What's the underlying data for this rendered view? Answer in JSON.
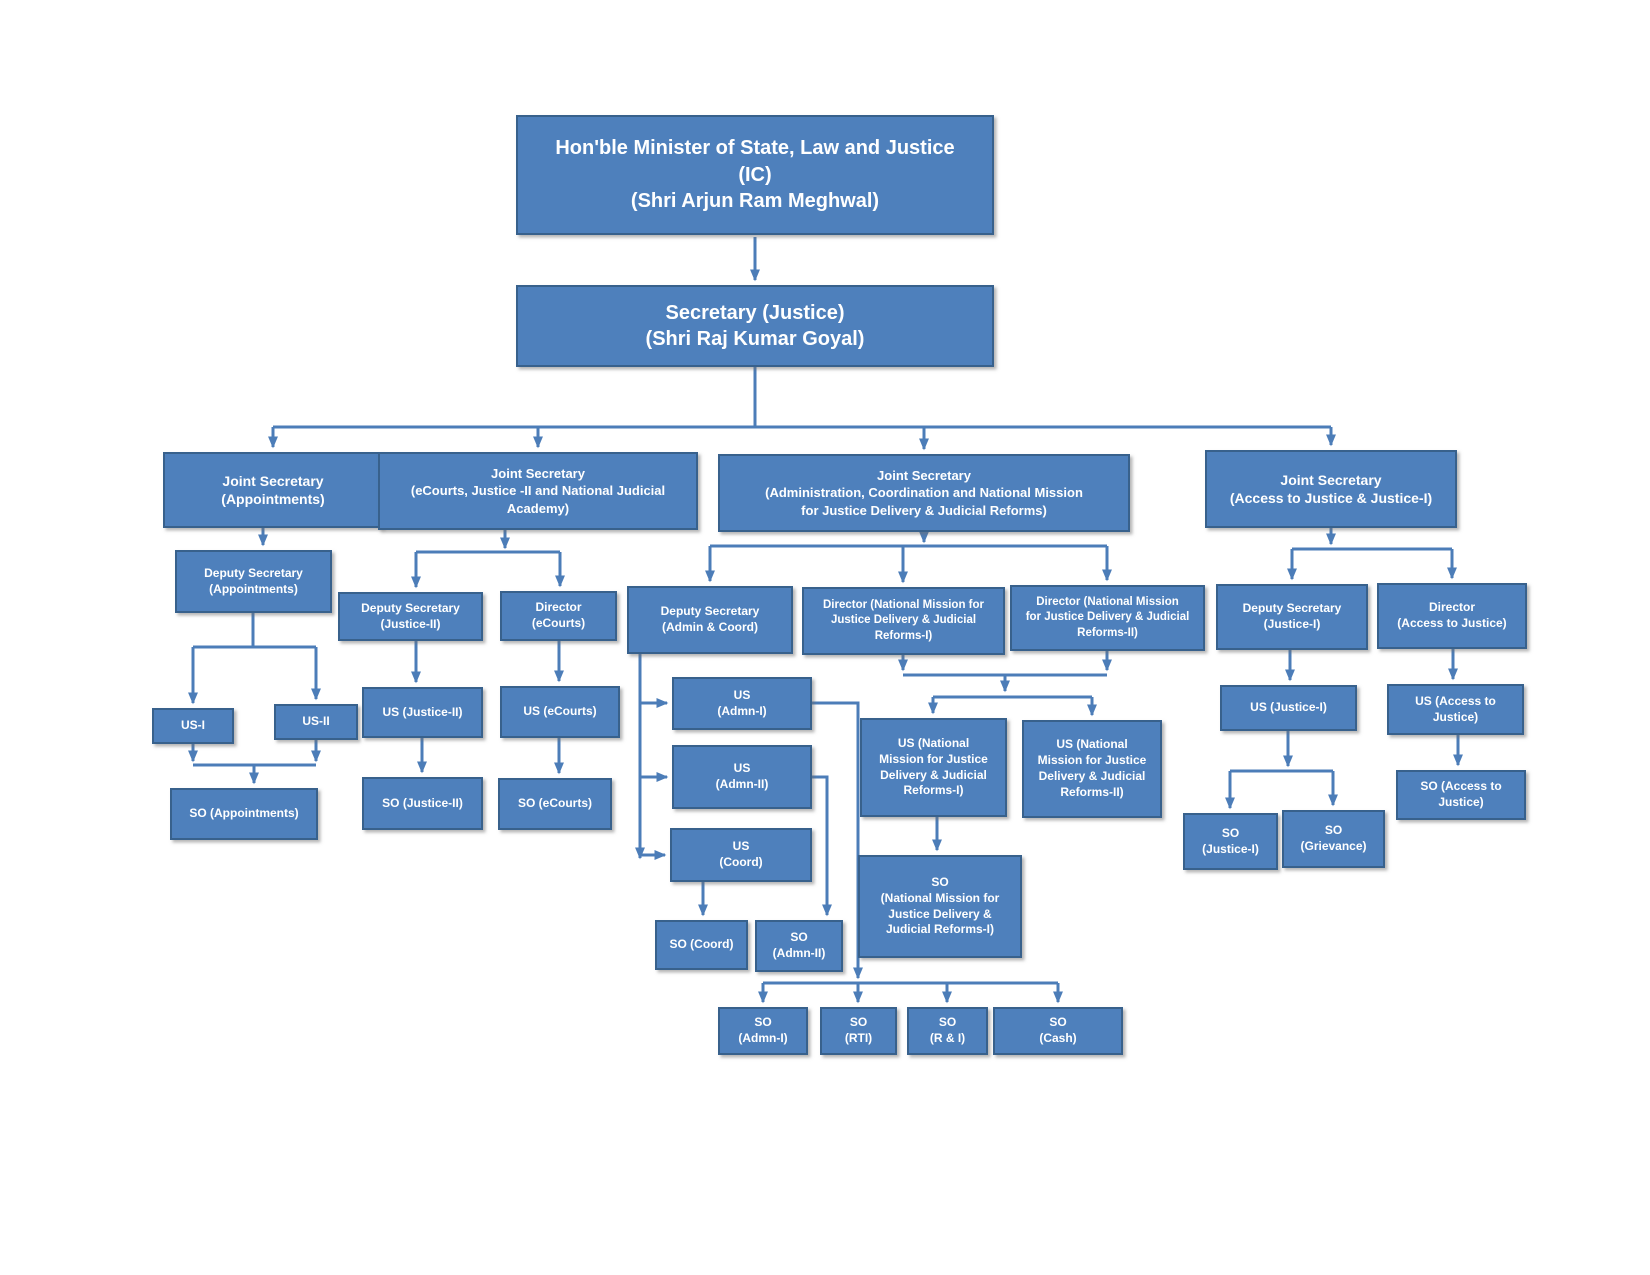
{
  "colors": {
    "box_fill": "#4E80BC",
    "box_border": "#38618C",
    "line": "#4C7DB8",
    "text": "#FFFFFF",
    "page_bg": "#FFFFFF"
  },
  "nodes": {
    "minister": {
      "label": "Hon'ble Minister of State, Law and Justice\n(IC)\n(Shri Arjun Ram Meghwal)"
    },
    "secretary": {
      "label": "Secretary (Justice)\n(Shri Raj Kumar Goyal)"
    },
    "js_appointments": {
      "label": "Joint Secretary\n(Appointments)"
    },
    "js_ecourts": {
      "label": "Joint Secretary\n(eCourts, Justice -II and National Judicial\nAcademy)"
    },
    "js_admin": {
      "label": "Joint Secretary\n(Administration, Coordination and National Mission\nfor Justice Delivery & Judicial Reforms)"
    },
    "js_access": {
      "label": "Joint Secretary\n(Access to Justice & Justice-I)"
    },
    "ds_appointments": {
      "label": "Deputy Secretary\n(Appointments)"
    },
    "us_1": {
      "label": "US-I"
    },
    "us_2": {
      "label": "US-II"
    },
    "so_appointments": {
      "label": "SO (Appointments)"
    },
    "ds_justice2": {
      "label": "Deputy Secretary\n(Justice-II)"
    },
    "dir_ecourts": {
      "label": "Director\n(eCourts)"
    },
    "us_justice2": {
      "label": "US (Justice-II)"
    },
    "us_ecourts": {
      "label": "US (eCourts)"
    },
    "so_justice2": {
      "label": "SO (Justice-II)"
    },
    "so_ecourts": {
      "label": "SO (eCourts)"
    },
    "ds_admin_coord": {
      "label": "Deputy Secretary\n(Admin & Coord)"
    },
    "dir_nmjdr1": {
      "label": "Director (National Mission for\nJustice Delivery & Judicial\nReforms-I)"
    },
    "dir_nmjdr2": {
      "label": "Director (National Mission\nfor Justice Delivery & Judicial\nReforms-II)"
    },
    "us_admn1": {
      "label": "US\n(Admn-I)"
    },
    "us_admn2": {
      "label": "US\n(Admn-II)"
    },
    "us_coord": {
      "label": "US\n(Coord)"
    },
    "so_coord": {
      "label": "SO (Coord)"
    },
    "so_admn2": {
      "label": "SO\n(Admn-II)"
    },
    "us_nmjdr1": {
      "label": "US (National\nMission for Justice\nDelivery & Judicial\nReforms-I)"
    },
    "us_nmjdr2": {
      "label": "US (National\nMission for Justice\nDelivery & Judicial\nReforms-II)"
    },
    "so_nmjdr1": {
      "label": "SO\n(National Mission for\nJustice Delivery &\nJudicial Reforms-I)"
    },
    "so_admn1": {
      "label": "SO\n(Admn-I)"
    },
    "so_rti": {
      "label": "SO\n(RTI)"
    },
    "so_ri": {
      "label": "SO\n(R & I)"
    },
    "so_cash": {
      "label": "SO\n(Cash)"
    },
    "ds_justice1": {
      "label": "Deputy Secretary\n(Justice-I)"
    },
    "dir_access": {
      "label": "Director\n(Access to Justice)"
    },
    "us_justice1": {
      "label": "US (Justice-I)"
    },
    "us_access": {
      "label": "US (Access to\nJustice)"
    },
    "so_justice1": {
      "label": "SO\n(Justice-I)"
    },
    "so_grievance": {
      "label": "SO\n(Grievance)"
    },
    "so_access": {
      "label": "SO (Access to\nJustice)"
    }
  },
  "edges": [
    [
      "minister",
      "secretary"
    ],
    [
      "secretary",
      "js_appointments"
    ],
    [
      "secretary",
      "js_ecourts"
    ],
    [
      "secretary",
      "js_admin"
    ],
    [
      "secretary",
      "js_access"
    ],
    [
      "js_appointments",
      "ds_appointments"
    ],
    [
      "ds_appointments",
      "us_1"
    ],
    [
      "ds_appointments",
      "us_2"
    ],
    [
      "us_1",
      "so_appointments"
    ],
    [
      "us_2",
      "so_appointments"
    ],
    [
      "js_ecourts",
      "ds_justice2"
    ],
    [
      "js_ecourts",
      "dir_ecourts"
    ],
    [
      "ds_justice2",
      "us_justice2"
    ],
    [
      "us_justice2",
      "so_justice2"
    ],
    [
      "dir_ecourts",
      "us_ecourts"
    ],
    [
      "us_ecourts",
      "so_ecourts"
    ],
    [
      "js_admin",
      "ds_admin_coord"
    ],
    [
      "js_admin",
      "dir_nmjdr1"
    ],
    [
      "js_admin",
      "dir_nmjdr2"
    ],
    [
      "ds_admin_coord",
      "us_admn1"
    ],
    [
      "ds_admin_coord",
      "us_admn2"
    ],
    [
      "ds_admin_coord",
      "us_coord"
    ],
    [
      "us_admn1",
      "so_admn1"
    ],
    [
      "us_admn1",
      "so_rti"
    ],
    [
      "us_admn1",
      "so_ri"
    ],
    [
      "us_admn1",
      "so_cash"
    ],
    [
      "us_admn2",
      "so_admn2"
    ],
    [
      "us_coord",
      "so_coord"
    ],
    [
      "dir_nmjdr1",
      "us_nmjdr1"
    ],
    [
      "dir_nmjdr1",
      "us_nmjdr2"
    ],
    [
      "dir_nmjdr2",
      "us_nmjdr1"
    ],
    [
      "dir_nmjdr2",
      "us_nmjdr2"
    ],
    [
      "us_nmjdr1",
      "so_nmjdr1"
    ],
    [
      "js_access",
      "ds_justice1"
    ],
    [
      "js_access",
      "dir_access"
    ],
    [
      "ds_justice1",
      "us_justice1"
    ],
    [
      "us_justice1",
      "so_justice1"
    ],
    [
      "us_justice1",
      "so_grievance"
    ],
    [
      "dir_access",
      "us_access"
    ],
    [
      "us_access",
      "so_access"
    ]
  ]
}
